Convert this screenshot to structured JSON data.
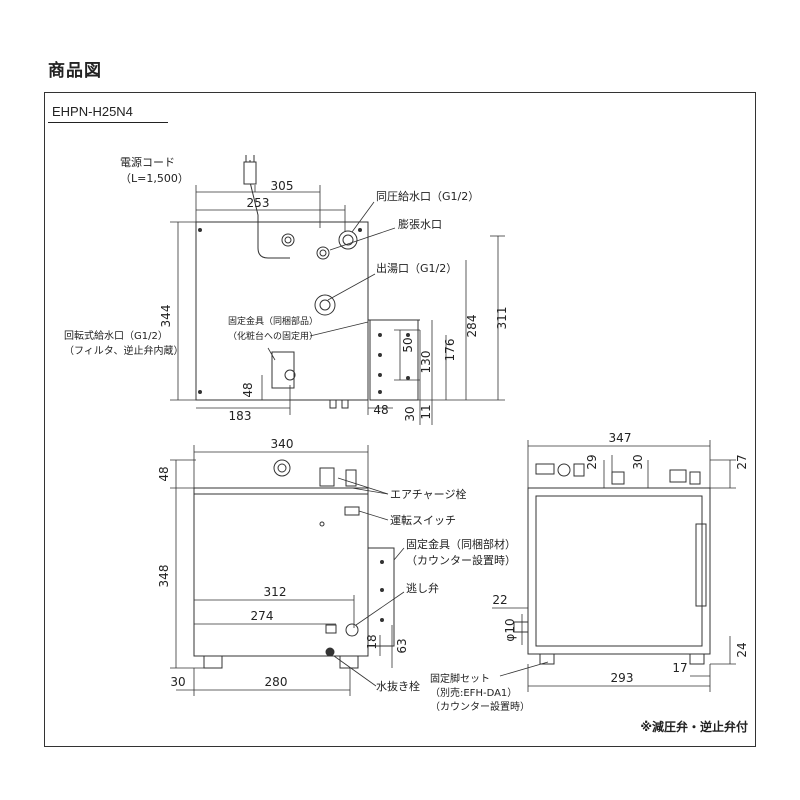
{
  "page_title": "商品図",
  "model_name": "EHPN-H25N4",
  "footnote": "※減圧弁・逆止弁付",
  "labels": {
    "power_cord": "電源コード",
    "power_cord_len": "（L=1,500）",
    "inlet_same_pressure": "同圧給水口（G1/2）",
    "expansion_outlet": "膨張水口",
    "hot_outlet": "出湯口（G1/2）",
    "fixing_bracket_top": "固定金具（同梱部品）",
    "fixing_bracket_top_sub": "（化粧台への固定用）",
    "rotary_inlet": "回転式給水口（G1/2）",
    "rotary_inlet_sub": "（フィルタ、逆止弁内蔵）",
    "air_charge_plug": "エアチャージ栓",
    "run_switch": "運転スイッチ",
    "fixing_bracket_front": "固定金具（同梱部材）",
    "fixing_bracket_front_sub": "（カウンター設置時）",
    "relief_valve": "逃し弁",
    "drain_plug": "水抜き栓",
    "fixing_leg_set": "固定脚セット",
    "fixing_leg_set_sub": "（別売:EFH-DA1）",
    "fixing_leg_set_sub2": "（カウンター設置時）"
  },
  "dims_top": {
    "d305": "305",
    "d253": "253",
    "d344": "344",
    "d183": "183",
    "d48a": "48",
    "d48b": "48",
    "d30": "30",
    "d11": "11",
    "d50": "50",
    "d130": "130",
    "d176": "176",
    "d284": "284",
    "d311": "311"
  },
  "dims_front": {
    "d340": "340",
    "d48": "48",
    "d348": "348",
    "d312": "312",
    "d274": "274",
    "d280": "280",
    "d30": "30",
    "d18": "18",
    "d63": "63"
  },
  "dims_side": {
    "d347": "347",
    "d29": "29",
    "d30": "30",
    "d27": "27",
    "d22": "22",
    "phi10": "φ10",
    "d24": "24",
    "d17": "17",
    "d293": "293"
  }
}
